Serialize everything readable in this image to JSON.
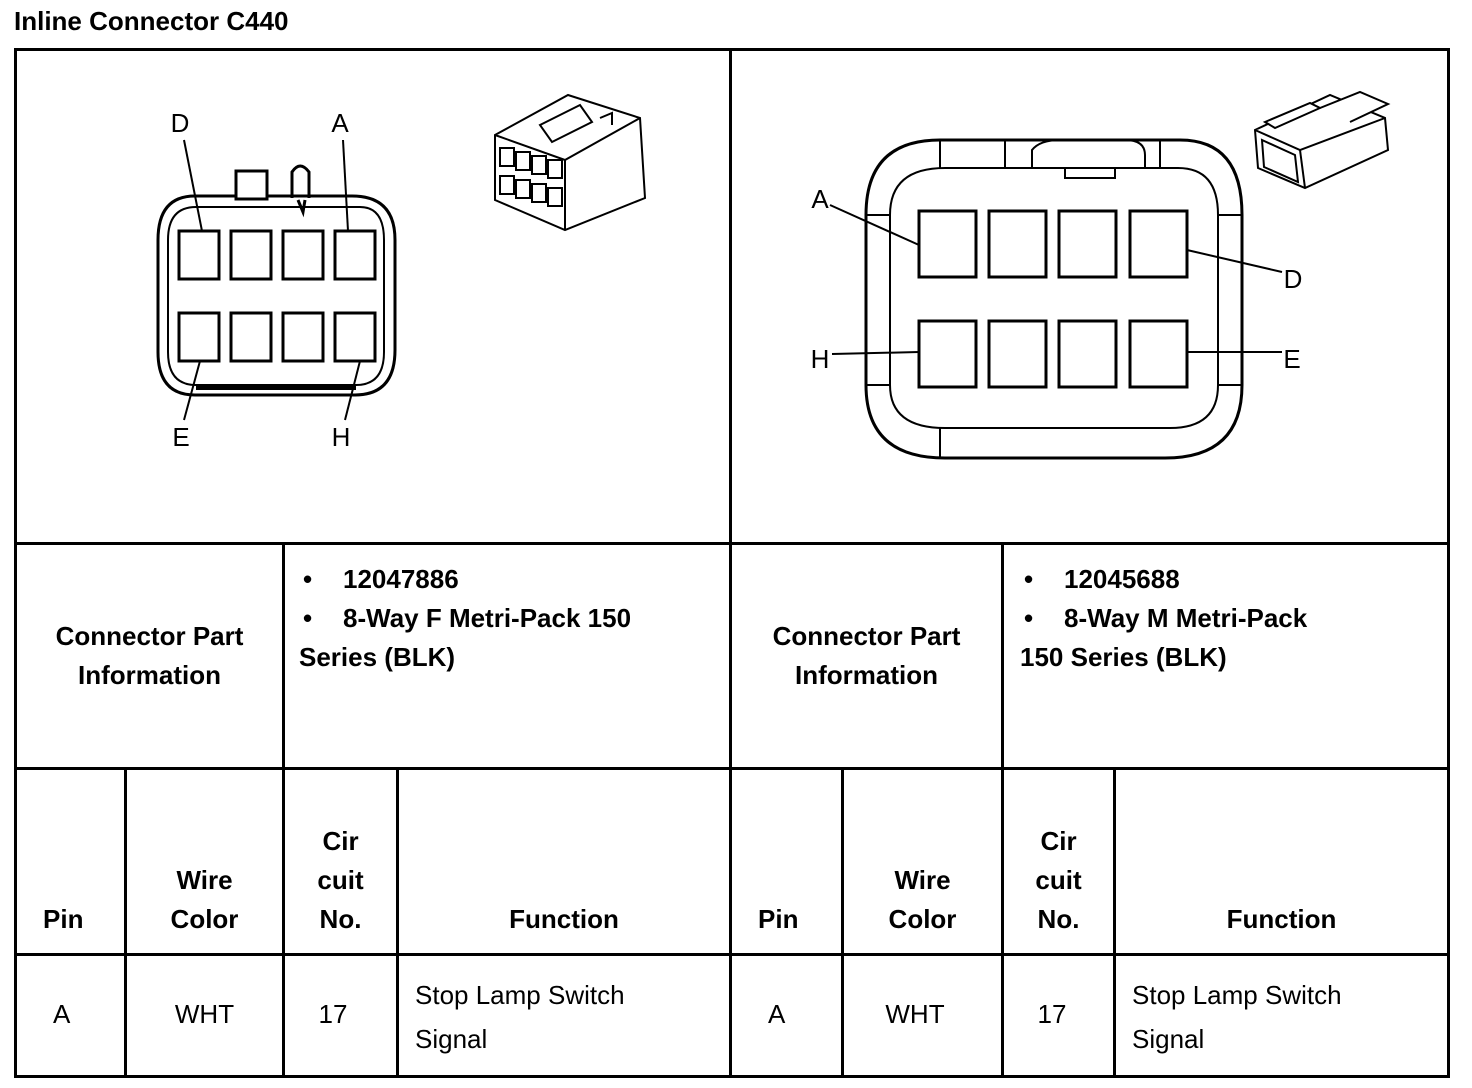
{
  "title": "Inline Connector C440",
  "left_connector": {
    "pin_labels": {
      "d": "D",
      "a": "A",
      "e": "E",
      "h": "H"
    },
    "part_info_label": "Connector Part Information",
    "part_info": [
      "12047886",
      "8-Way F Metri-Pack 150 Series (BLK)"
    ],
    "headers": {
      "pin": "Pin",
      "wire_color": "Wire Color",
      "circuit": "Cir cuit No.",
      "function": "Function"
    },
    "rows": [
      {
        "pin": "A",
        "wire_color": "WHT",
        "circuit": "17",
        "function": "Stop Lamp Switch Signal"
      }
    ]
  },
  "right_connector": {
    "pin_labels": {
      "a": "A",
      "d": "D",
      "h": "H",
      "e": "E"
    },
    "part_info_label": "Connector Part Information",
    "part_info": [
      "12045688",
      "8-Way M Metri-Pack 150 Series (BLK)"
    ],
    "headers": {
      "pin": "Pin",
      "wire_color": "Wire Color",
      "circuit": "Cir cuit No.",
      "function": "Function"
    },
    "rows": [
      {
        "pin": "A",
        "wire_color": "WHT",
        "circuit": "17",
        "function": "Stop Lamp Switch Signal"
      }
    ]
  }
}
